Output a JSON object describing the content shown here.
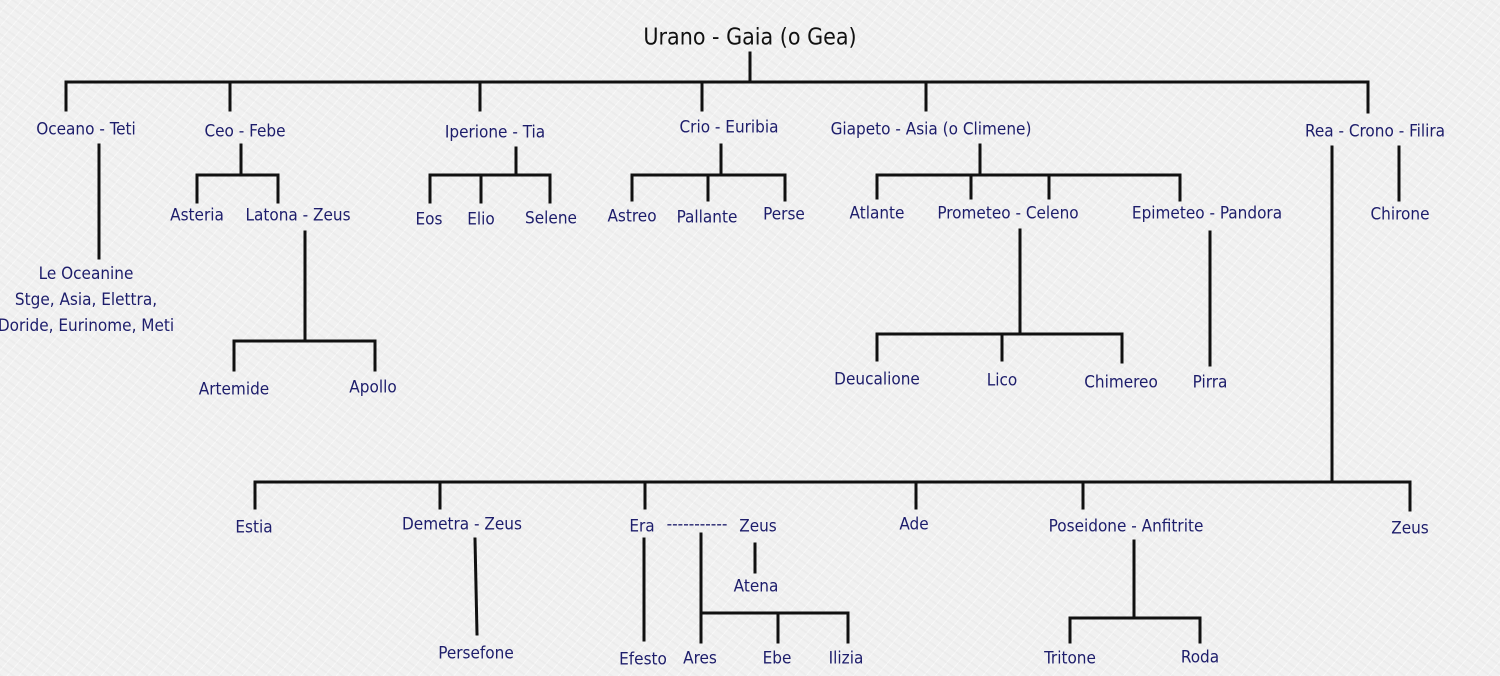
{
  "colors": {
    "line": "#111111",
    "text": "#1d1d6b",
    "root_text": "#111111"
  },
  "root": "Urano - Gaia (o Gea)",
  "gen1": {
    "oceano_teti": "Oceano - Teti",
    "ceo_febe": "Ceo - Febe",
    "iperione_tia": "Iperione - Tia",
    "crio_euribia": "Crio - Euribia",
    "giapeto_asia": "Giapeto - Asia (o Climene)",
    "rea_crono_filira": "Rea - Crono - Filira"
  },
  "oceanine": {
    "line1": "Le Oceanine",
    "line2": "Stge, Asia, Elettra,",
    "line3": "Doride, Eurinome, Meti"
  },
  "ceo_children": {
    "asteria": "Asteria",
    "latona_zeus": "Latona - Zeus"
  },
  "latona_children": {
    "artemide": "Artemide",
    "apollo": "Apollo"
  },
  "iperione_children": {
    "eos": "Eos",
    "elio": "Elio",
    "selene": "Selene"
  },
  "crio_children": {
    "astreo": "Astreo",
    "pallante": "Pallante",
    "perse": "Perse"
  },
  "giapeto_children": {
    "atlante": "Atlante",
    "prometeo_celeno": "Prometeo - Celeno",
    "epimeteo_pandora": "Epimeteo - Pandora"
  },
  "prometeo_children": {
    "deucalione": "Deucalione",
    "lico": "Lico",
    "chimereo": "Chimereo"
  },
  "epimeteo_children": {
    "pirra": "Pirra"
  },
  "filira_children": {
    "chirone": "Chirone"
  },
  "crono_children": {
    "estia": "Estia",
    "demetra_zeus": "Demetra  -  Zeus",
    "era": "Era",
    "era_zeus_link": "-----------",
    "era_partner": "Zeus",
    "ade": "Ade",
    "poseidone_anfitrite": "Poseidone   -   Anfitrite",
    "zeus": "Zeus"
  },
  "demetra_children": {
    "persefone": "Persefone"
  },
  "zeus_children": {
    "atena": "Atena"
  },
  "era_children": {
    "efesto": "Efesto",
    "ares": "Ares",
    "ebe": "Ebe",
    "ilizia": "Ilizia"
  },
  "poseidone_children": {
    "tritone": "Tritone",
    "roda": "Roda"
  }
}
